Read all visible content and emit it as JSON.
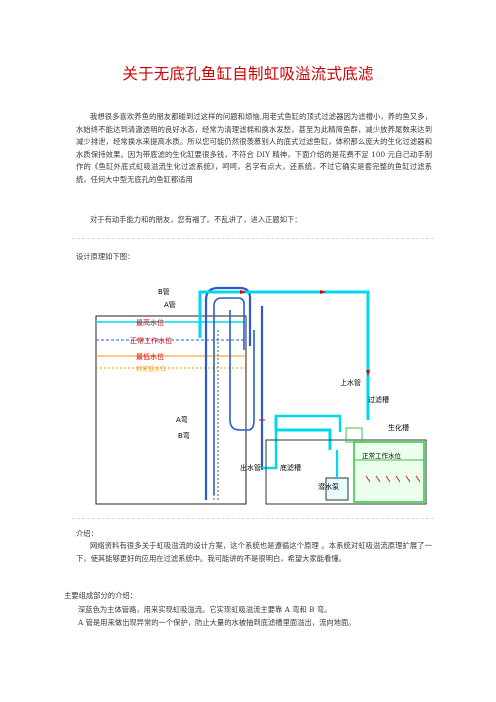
{
  "title": "关于无底孔鱼缸自制虹吸溢流式底滤",
  "intro_paragraph": "我想很多喜欢养鱼的朋友都碰到过这样的问题和烦恼,用老式鱼缸的顶式过滤器因为滤槽小，养的鱼又多，水始终不能达到清澈透明的良好水态，经常为清理滤棉和换水发愁，甚至为此精简鱼群，减少放养尾数来达到减少排泄，经常换水来提高水质。所以您可能仍然很羡慕别人的底式过滤鱼缸，体积那么庞大的生化过滤器和水质保持效果。因为带底滤的生化缸要很多钱，不符合 DIY 精神，下面介绍的是花费不足 100 元自己动手制作的《鱼缸外底式虹吸溢流生化过滤系统》，呵呵，名字有点大，还系统，不过它确实是套完整的鱼缸过滤系统，任何大中型无底孔的鱼缸都适用",
  "greeting_line": "对于有动手能力和的朋友，您有福了。不乱讲了，进入正题如下：",
  "design_heading": "设计原理如下图：",
  "diagram": {
    "labels": {
      "b_pipe": "B管",
      "a_pipe": "A管",
      "max_level": "最高水位",
      "normal_level": "正常工作水位",
      "min_level": "最低水位",
      "abnormal_level": "异常低水位",
      "a_bend": "A弯",
      "b_bend": "B弯",
      "outlet_pipe": "出水管",
      "bottom_filter": "底滤槽",
      "submersible_pump": "潜水泵",
      "inlet_pipe": "上水管",
      "filter_tank": "过滤槽",
      "bio_tank": "生化槽",
      "bio_normal_level": "正常工作水位"
    }
  },
  "section_intro_heading": "介绍：",
  "section_intro_text": "网络资料有很多关于虹吸溢流的设计方案，这个系统也是遵循这个原理 。本系统对虹吸溢流原理扩展了一下，使其能够更好的应用在过滤系统中。我可能讲的不是很明白，希望大家能看懂。",
  "parts_heading": "主要组成部分的介绍：",
  "parts_line1": "深蓝色为主体管路，用来实现虹吸溢流。它实现虹吸溢流主要靠 A 弯和 B 弯。",
  "parts_line2": "A 管是用来做出现异常的一个保护，防止大量的水被抽到底滤槽里面溢出，流向地面。",
  "colors": {
    "title": "#cc0000",
    "water_pipe": "#00d8f0",
    "siphon_pipe": "#2a5cd0",
    "label_red": "#e00000",
    "level_orange": "#f59a00",
    "green_tank": "#2cc83c"
  }
}
